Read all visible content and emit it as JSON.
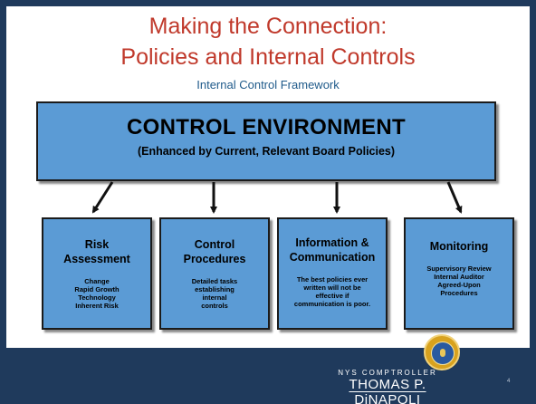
{
  "slide": {
    "title_line1": "Making the Connection:",
    "title_line2": "Policies and Internal Controls",
    "subtitle": "Internal Control Framework",
    "page_number": "4"
  },
  "environment": {
    "title": "CONTROL ENVIRONMENT",
    "subtitle": "(Enhanced by Current, Relevant Board Policies)"
  },
  "components": [
    {
      "title_lines": [
        "Risk",
        "Assessment"
      ],
      "body_lines": [
        "Change",
        "Rapid Growth",
        "Technology",
        "Inherent Risk"
      ]
    },
    {
      "title_lines": [
        "Control",
        "Procedures"
      ],
      "body_lines": [
        "Detailed tasks",
        "establishing",
        "internal",
        "controls"
      ]
    },
    {
      "title_lines": [
        "Information &",
        "Communication"
      ],
      "body_lines": [
        "The best policies ever",
        "written will not be",
        "effective if",
        "communication is poor."
      ]
    },
    {
      "title_lines": [
        "Monitoring"
      ],
      "body_lines": [
        "Supervisory Review",
        "Internal Auditor",
        "Agreed-Upon",
        "Procedures"
      ]
    }
  ],
  "branding": {
    "line1": "NYS COMPTROLLER",
    "line2": "THOMAS P. DiNAPOLI",
    "seal_icon": "nys-seal-icon"
  },
  "colors": {
    "title": "#c0392b",
    "subtitle": "#1f5a8a",
    "box_fill": "#5b9bd5",
    "frame": "#1f3a5c"
  }
}
